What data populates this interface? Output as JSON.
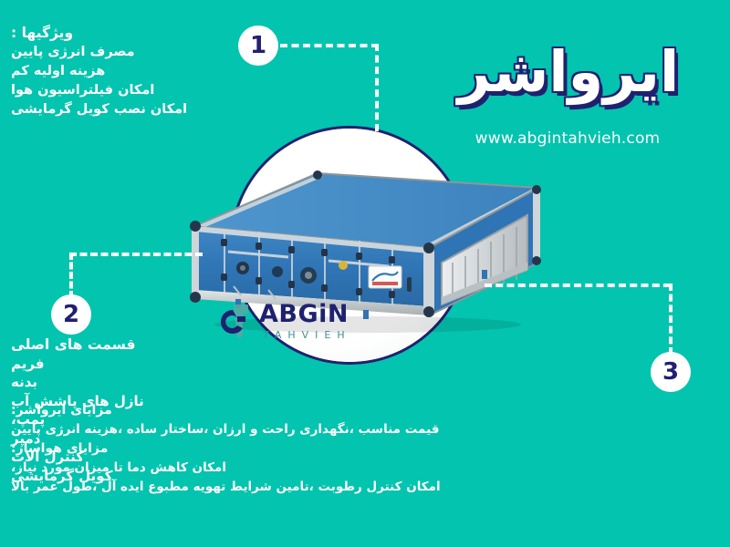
{
  "theme": {
    "background": "#03c4ae",
    "navy": "#1f2170",
    "badge_number_color": "#221f72",
    "text_color": "#ffffff",
    "logo_teal": "#3f8f93",
    "circle_fill": "#fdfdfd"
  },
  "headline": {
    "title": "ایرواشر",
    "website": "www.abgintahvieh.com"
  },
  "badges": [
    {
      "number": "1"
    },
    {
      "number": "2"
    },
    {
      "number": "3"
    }
  ],
  "features": {
    "heading": "ویژگیها :",
    "items": [
      "مصرف انرژی پایین",
      "هزینه اولیه کم",
      "امکان فیلتراسیون هوا",
      "امکان نصب کویل گرمایشی"
    ]
  },
  "parts": {
    "heading": "قسمت های اصلی",
    "items": [
      "فریم",
      "بدنه",
      "نازل های پاشش آب",
      "پمپ،",
      "دمپر",
      "کنترل آلات",
      "کویل گرمایشی"
    ]
  },
  "advantages": {
    "group1_heading": "مزایای ایرواشر:",
    "group1_line": "قیمت مناسب ،نگهداری راحت و ارزان ،ساختار ساده ،هزینه انرژی پایین",
    "group2_heading": "مزایای هواساز:",
    "group2_lines": [
      "امکان کاهش دما تا میزان مورد نیاز،",
      "امکان کنترل رطوبت ،تامین شرایط تهویه مطبوع ایده آل ،طول عمر بالا"
    ]
  },
  "logo": {
    "wordmark": "ABGiN",
    "subword": "TAHVIEH"
  },
  "product": {
    "alt_label": "air handling unit"
  }
}
